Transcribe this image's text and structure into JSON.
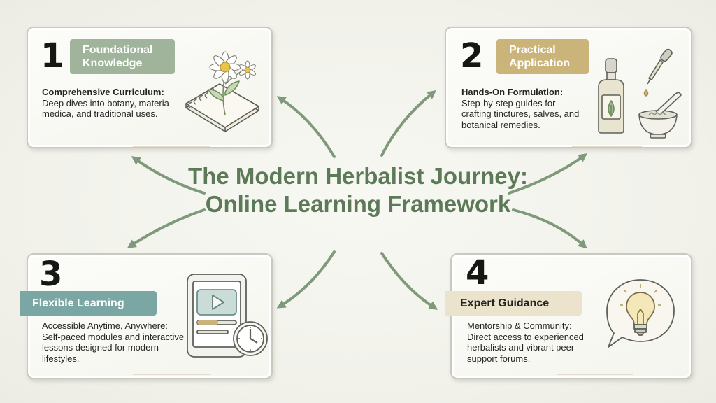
{
  "title": "The Modern Herbalist Journey: Online Learning Framework",
  "colors": {
    "title": "#5d7a58",
    "arrow": "#7f9a7a",
    "badge_1": "#9fb49a",
    "badge_2": "#cab47a",
    "badge_3": "#7aa7a4",
    "badge_4": "#ece3cc"
  },
  "cards": [
    {
      "number": "1",
      "label": "Foundational Knowledge",
      "heading": "Comprehensive Curriculum:",
      "text": "Deep dives into botany, materia medica, and traditional uses.",
      "icon": "notebook-chamomile-icon"
    },
    {
      "number": "2",
      "label": "Practical Application",
      "heading": "Hands-On Formulation:",
      "text": "Step-by-step guides for crafting tinctures, salves, and botanical remedies.",
      "icon": "tincture-mortar-icon"
    },
    {
      "number": "3",
      "label": "Flexible Learning",
      "heading": "Accessible Anytime, Anywhere:",
      "text": "Self-paced modules and interactive lessons designed for modern lifestyles.",
      "icon": "tablet-clock-icon"
    },
    {
      "number": "4",
      "label": "Expert Guidance",
      "heading": "Mentorship & Community:",
      "text": "Direct access to experienced herbalists and vibrant peer support forums.",
      "icon": "lightbulb-speech-icon"
    }
  ]
}
